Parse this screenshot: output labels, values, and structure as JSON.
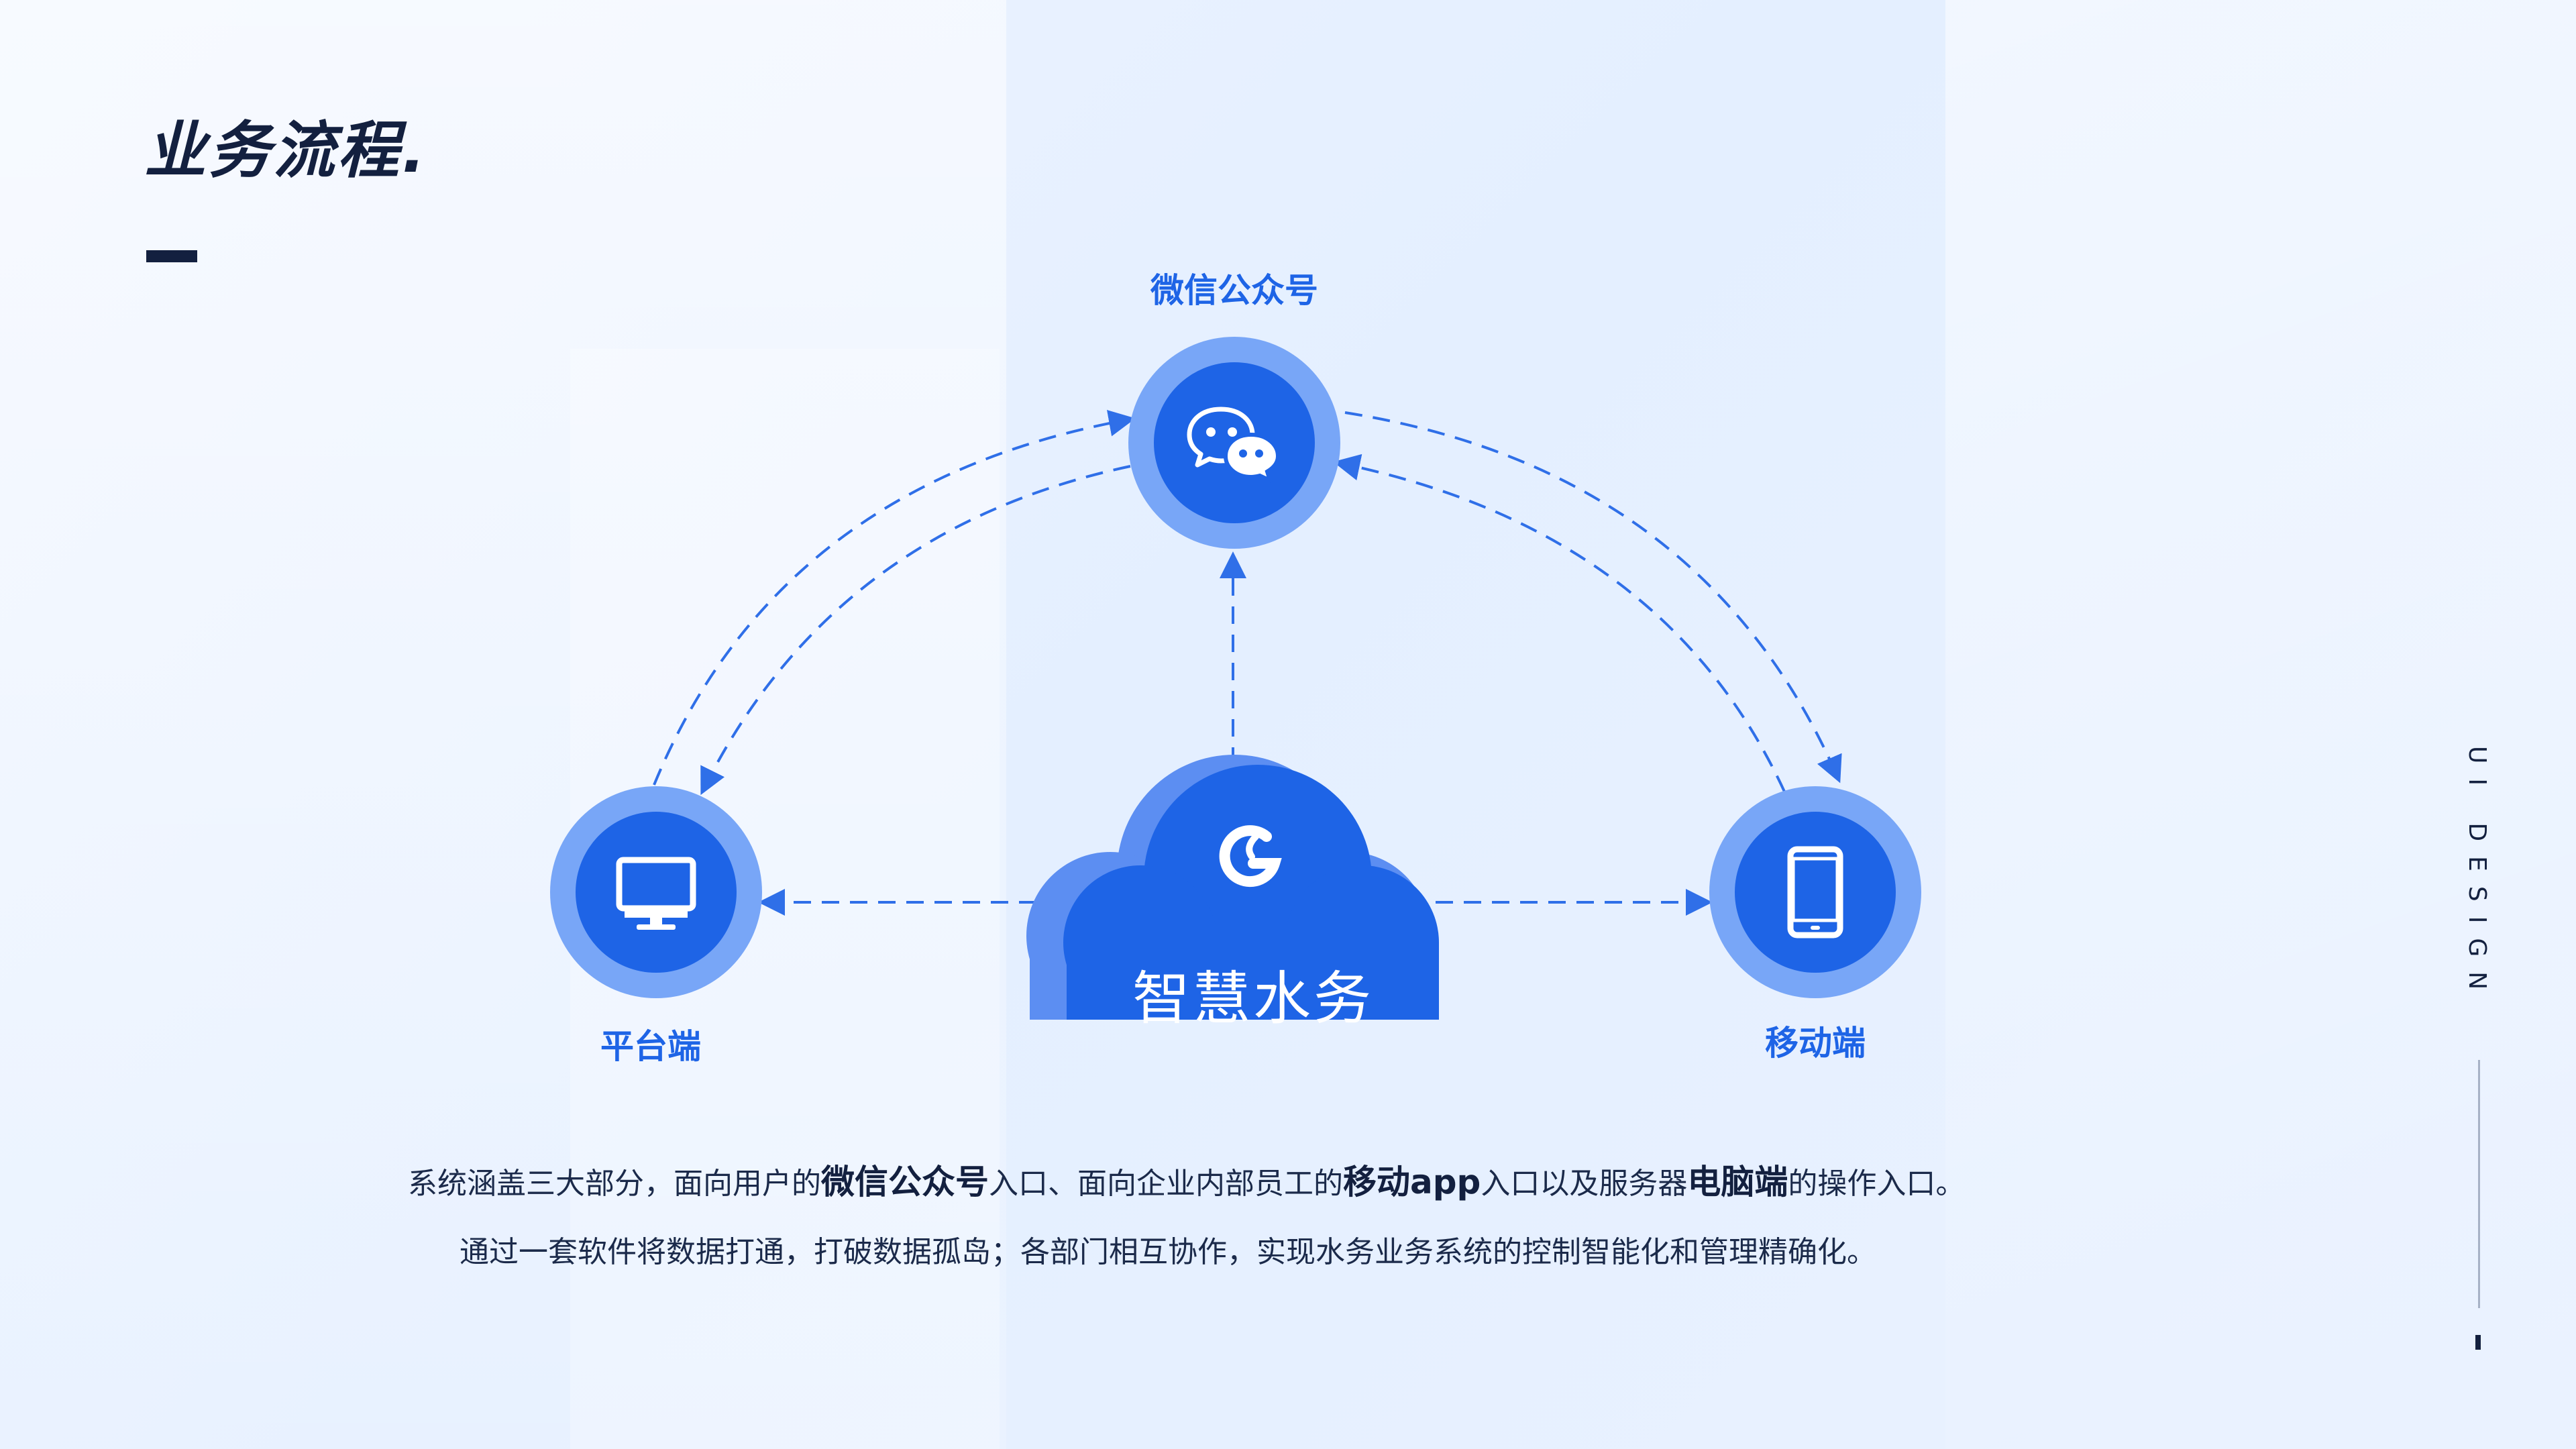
{
  "title": "业务流程.",
  "center": {
    "label": "智慧水务",
    "logo_icon": "water-g-logo-icon"
  },
  "nodes": {
    "wechat": {
      "label": "微信公众号",
      "icon": "wechat-icon"
    },
    "platform": {
      "label": "平台端",
      "icon": "monitor-icon"
    },
    "mobile": {
      "label": "移动端",
      "icon": "smartphone-icon"
    }
  },
  "description": {
    "line1": [
      {
        "text": "系统涵盖三大部分，面向用户的",
        "bold": false
      },
      {
        "text": "微信公众号",
        "bold": true
      },
      {
        "text": "入口、面向企业内部员工的",
        "bold": false
      },
      {
        "text": "移动app",
        "bold": true
      },
      {
        "text": "入口以及服务器",
        "bold": false
      },
      {
        "text": "电脑端",
        "bold": true
      },
      {
        "text": "的操作入口。",
        "bold": false
      }
    ],
    "line2": "通过一套软件将数据打通，打破数据孤岛；各部门相互协作，实现水务业务系统的控制智能化和管理精确化。"
  },
  "side_label": "UI DESIGN",
  "colors": {
    "accent": "#1e64e6",
    "ring": "#78a6f7",
    "dark": "#13203f",
    "arrow": "#2f6fe8"
  }
}
